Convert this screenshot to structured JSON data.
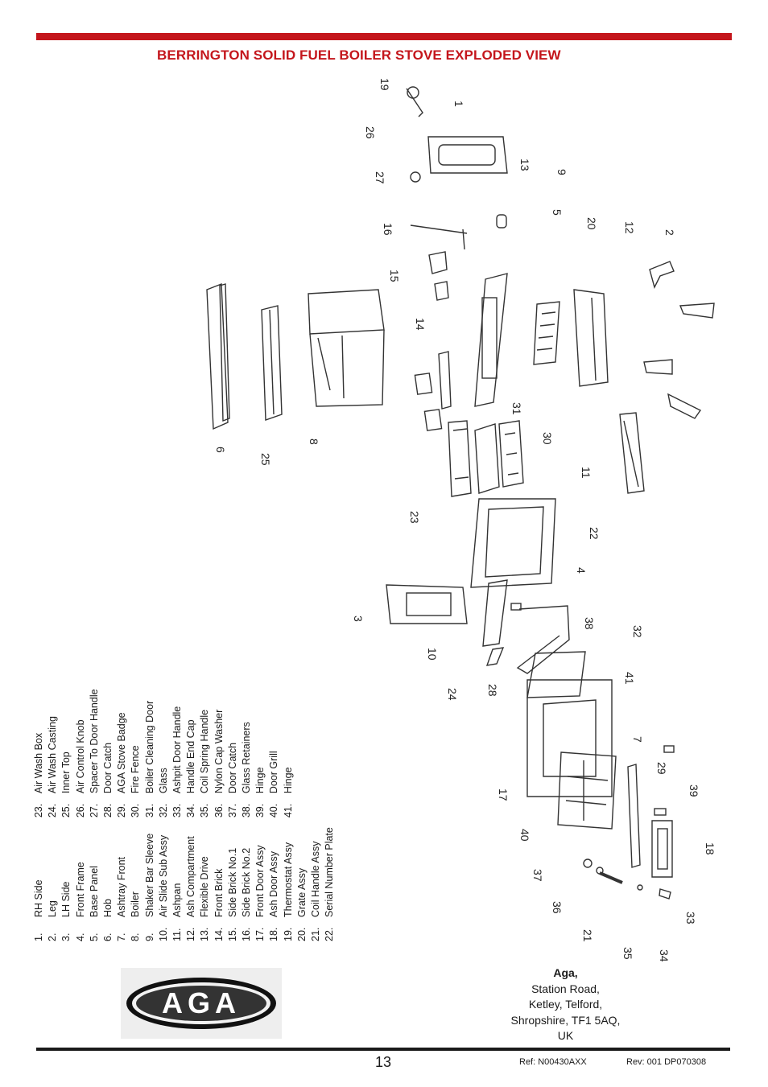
{
  "header": {
    "title": "BERRINGTON SOLID FUEL BOILER STOVE EXPLODED VIEW"
  },
  "parts_list": {
    "column1": [
      {
        "num": "1.",
        "name": "RH Side"
      },
      {
        "num": "2.",
        "name": "Leg"
      },
      {
        "num": "3.",
        "name": "LH Side"
      },
      {
        "num": "4.",
        "name": "Front Frame"
      },
      {
        "num": "5.",
        "name": "Base Panel"
      },
      {
        "num": "6.",
        "name": "Hob"
      },
      {
        "num": "7.",
        "name": "Ashtray Front"
      },
      {
        "num": "8.",
        "name": "Boiler"
      },
      {
        "num": "9.",
        "name": "Shaker Bar Sleeve"
      },
      {
        "num": "10.",
        "name": "Air Slide Sub Assy"
      },
      {
        "num": "11.",
        "name": "Ashpan"
      },
      {
        "num": "12.",
        "name": "Ash Compartment"
      },
      {
        "num": "13.",
        "name": "Flexible Drive"
      },
      {
        "num": "14.",
        "name": "Front Brick"
      },
      {
        "num": "15.",
        "name": "Side Brick No.1"
      },
      {
        "num": "16.",
        "name": "Side Brick No.2"
      },
      {
        "num": "17.",
        "name": "Front Door Assy"
      },
      {
        "num": "18.",
        "name": "Ash Door Assy"
      },
      {
        "num": "19.",
        "name": "Thermostat Assy"
      },
      {
        "num": "20.",
        "name": "Grate Assy"
      },
      {
        "num": "21.",
        "name": "Coil Handle Assy"
      },
      {
        "num": "22.",
        "name": "Serial Number Plate"
      }
    ],
    "column2": [
      {
        "num": "23.",
        "name": "Air Wash Box"
      },
      {
        "num": "24.",
        "name": "Air Wash Casting"
      },
      {
        "num": "25.",
        "name": "Inner Top"
      },
      {
        "num": "26.",
        "name": "Air Control Knob"
      },
      {
        "num": "27.",
        "name": "Spacer To Door Handle"
      },
      {
        "num": "28.",
        "name": "Door Catch"
      },
      {
        "num": "29.",
        "name": "AGA Stove Badge"
      },
      {
        "num": "30.",
        "name": "Fire Fence"
      },
      {
        "num": "31.",
        "name": "Boiler Cleaning Door"
      },
      {
        "num": "32.",
        "name": "Glass"
      },
      {
        "num": "33.",
        "name": "Ashpit Door Handle"
      },
      {
        "num": "34.",
        "name": "Handle End Cap"
      },
      {
        "num": "35.",
        "name": "Coil Spring Handle"
      },
      {
        "num": "36.",
        "name": "Nylon Cap Washer"
      },
      {
        "num": "37.",
        "name": "Door Catch"
      },
      {
        "num": "38.",
        "name": "Glass Retainers"
      },
      {
        "num": "39.",
        "name": "Hinge"
      },
      {
        "num": "40.",
        "name": "Door Grill"
      },
      {
        "num": "41.",
        "name": "Hinge"
      }
    ]
  },
  "diagram": {
    "callouts": [
      "19",
      "1",
      "26",
      "27",
      "13",
      "9",
      "16",
      "5",
      "20",
      "12",
      "2",
      "15",
      "14",
      "6",
      "25",
      "8",
      "31",
      "30",
      "11",
      "23",
      "22",
      "4",
      "3",
      "38",
      "32",
      "10",
      "24",
      "41",
      "28",
      "7",
      "29",
      "39",
      "17",
      "40",
      "18",
      "37",
      "36",
      "21",
      "35",
      "34",
      "33"
    ]
  },
  "logo": {
    "text": "AGA"
  },
  "address": {
    "company": "Aga,",
    "lines": [
      "Station Road,",
      "Ketley, Telford,",
      "Shropshire, TF1 5AQ,",
      "UK"
    ]
  },
  "footer": {
    "page_number": "13",
    "ref": "Ref: N00430AXX",
    "rev": "Rev:  001 DP070308"
  },
  "colors": {
    "accent": "#c4161c",
    "text": "#1a1a1a"
  }
}
